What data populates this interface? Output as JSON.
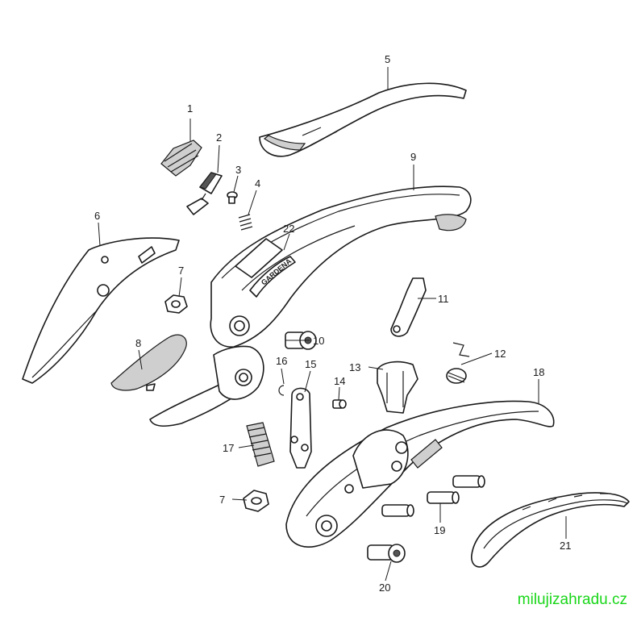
{
  "callouts": {
    "c1": "1",
    "c2": "2",
    "c3": "3",
    "c4": "4",
    "c5": "5",
    "c6": "6",
    "c7a": "7",
    "c7b": "7",
    "c8": "8",
    "c9": "9",
    "c10": "10",
    "c11": "11",
    "c12": "12",
    "c13": "13",
    "c14": "14",
    "c15": "15",
    "c16": "16",
    "c17": "17",
    "c18": "18",
    "c19": "19",
    "c20": "20",
    "c21": "21",
    "c22": "22"
  },
  "brand_text": "GARDENA",
  "watermark": "milujizahradu.cz",
  "colors": {
    "watermark": "#19d619",
    "line": "#1a1a1a"
  }
}
